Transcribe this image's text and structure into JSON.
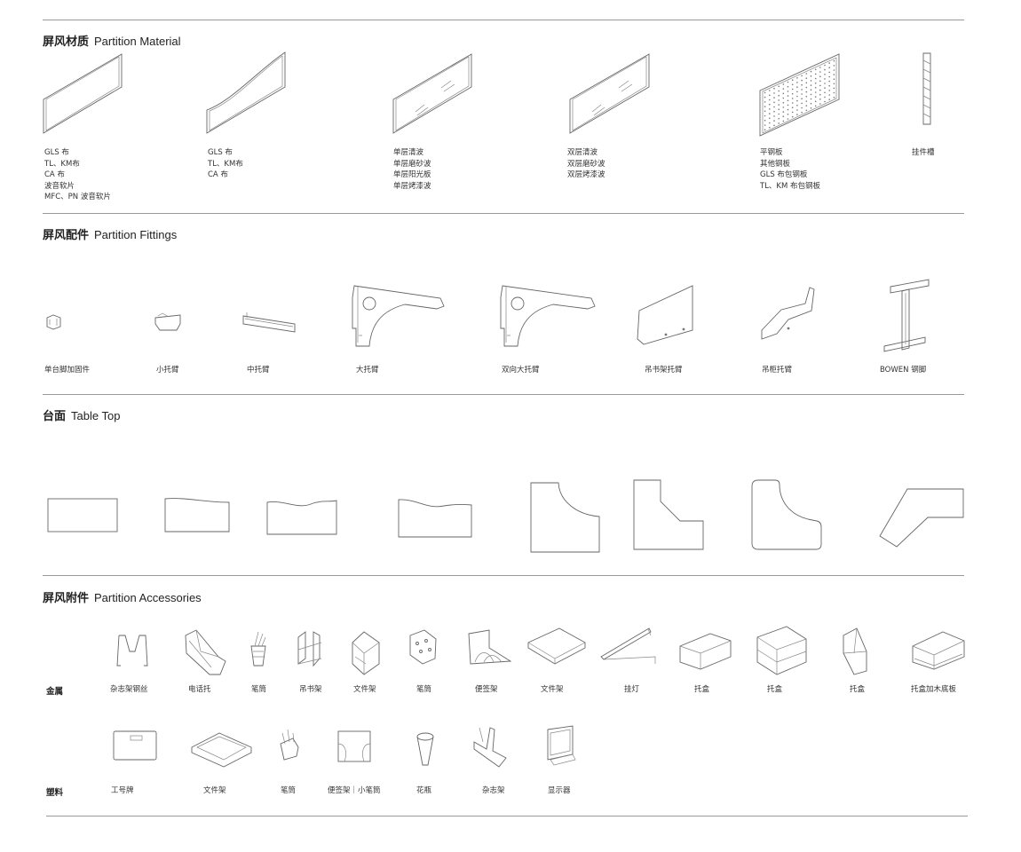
{
  "sections": {
    "material": {
      "title_cn": "屏风材质",
      "title_en": "Partition Material",
      "items": [
        {
          "lines": [
            "GLS 布",
            "TL、KM布",
            "CA 布",
            "波音软片",
            "MFC、PN 波音软片"
          ]
        },
        {
          "lines": [
            "GLS 布",
            "TL、KM布",
            "CA 布"
          ]
        },
        {
          "lines": [
            "单层清波",
            "单层磨砂波",
            "单层阳光板",
            "单层烤漆波"
          ]
        },
        {
          "lines": [
            "双层清波",
            "双层磨砂波",
            "双层烤漆波"
          ]
        },
        {
          "lines": [
            "平钢板",
            "其他钢板",
            "GLS 布包钢板",
            "TL、KM 布包钢板"
          ]
        },
        {
          "lines": [
            "挂件槽"
          ]
        }
      ]
    },
    "fittings": {
      "title_cn": "屏风配件",
      "title_en": "Partition Fittings",
      "items": [
        "单台脚加固件",
        "小托臂",
        "中托臂",
        "大托臂",
        "双向大托臂",
        "吊书架托臂",
        "吊柜托臂",
        "BOWEN 钢脚"
      ]
    },
    "tabletop": {
      "title_cn": "台面",
      "title_en": "Table Top"
    },
    "accessories": {
      "title_cn": "屏风附件",
      "title_en": "Partition Accessories",
      "metal": {
        "label": "金属",
        "items": [
          "杂志架钢丝",
          "电话托",
          "笔筒",
          "吊书架",
          "文件架",
          "笔筒",
          "便签架",
          "文件架",
          "挂灯",
          "托盒",
          "托盒",
          "托盒",
          "托盒加木底板"
        ]
      },
      "plastic": {
        "label": "塑料",
        "items": [
          "工号牌",
          "文件架",
          "笔筒",
          "便签架｜小笔筒",
          "花瓶",
          "杂志架",
          "显示器"
        ]
      }
    }
  }
}
